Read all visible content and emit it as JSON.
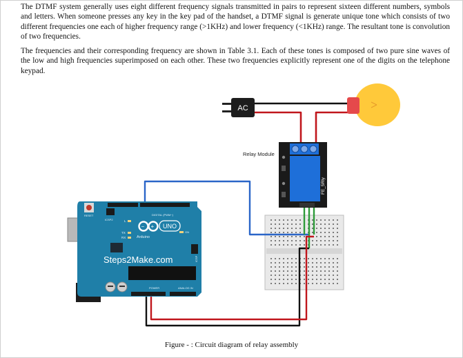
{
  "document": {
    "paragraphs": [
      "The DTMF system generally uses eight different frequency  signals transmitted in pairs to represent sixteen different  numbers, symbols and letters. When someone presses any  key in the key pad of the handset, a DTMF signal is generate  unique tone which consists of two different frequencies one  each of higher frequency range (>1KHz) and lower frequency  (<1KHz) range. The resultant tone is convolution of two  frequencies.",
      "The frequencies and their corresponding frequency are  shown in Table 3.1. Each of these tones is composed of two  pure sine waves of the low and high frequencies  superimposed on each other. These two frequencies explicitly  represent one of the digits on the telephone keypad."
    ],
    "caption": "Figure - : Circuit diagram of relay assembly"
  },
  "figure": {
    "ac_label": "AC",
    "relay_label": "Relay Module",
    "relay_model": "FE_5Rly",
    "arduino_reset": "RESET",
    "arduino_icsp": "ICSP2",
    "arduino_digital": "DIGITAL (PWM~)",
    "arduino_uno": "UNO",
    "arduino_brand": "Arduino",
    "arduino_site": "Steps2Make.com",
    "arduino_on": "ON",
    "arduino_power": "POWER",
    "arduino_analog": "ANALOG IN",
    "arduino_icsp2": "ICSP",
    "arduino_tx": "TX",
    "arduino_rx": "RX",
    "arduino_l": "L",
    "colors": {
      "board": "#1f7fa8",
      "relay_board": "#1a1a1a",
      "relay_block": "#1e6fd9",
      "wire_red": "#c0161c",
      "wire_blue": "#2a65c8",
      "wire_black": "#111111",
      "wire_green": "#2e9b3a",
      "bulb": "#ffc93a"
    }
  }
}
